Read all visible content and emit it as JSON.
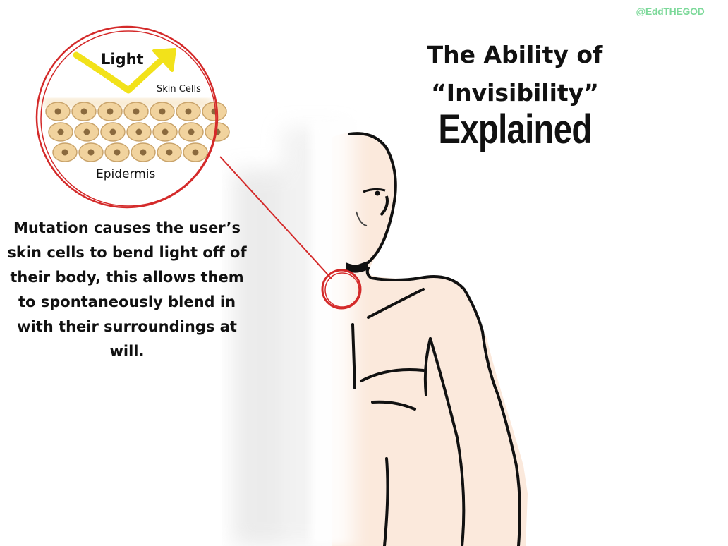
{
  "watermark": "@EddTHEGOD",
  "title": {
    "line1": "The Ability of",
    "line2": "“Invisibility”",
    "line3": "Explained"
  },
  "inset": {
    "light_label": "Light",
    "skin_cells_label": "Skin Cells",
    "epidermis_label": "Epidermis"
  },
  "description": "Mutation causes the user’s skin cells to bend light off of their body, this allows them to spontaneously blend in with their surroundings at will.",
  "colors": {
    "callout_red": "#d42a2a",
    "light_arrow": "#f2e21a",
    "cell_fill": "#f1d39e",
    "cell_nucleus": "#8a6a3e",
    "skin_tone": "#fbe9dc",
    "outline": "#111111"
  }
}
